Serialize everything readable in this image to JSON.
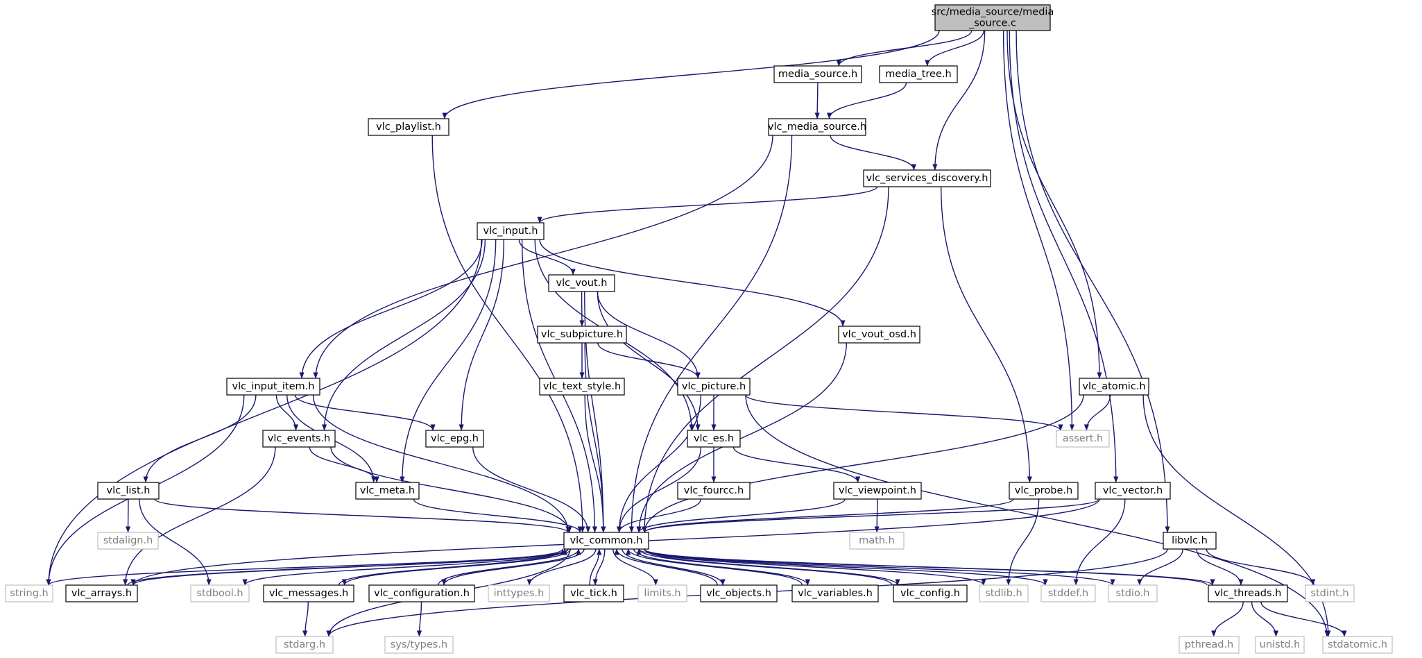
{
  "colors": {
    "edge": "#191970",
    "root_fill": "#bfbfbf",
    "node_border": "#000000",
    "external_border": "#bfbfbf",
    "external_text": "#7f7f7f",
    "text": "#000000"
  },
  "nodes": [
    {
      "id": "root",
      "label": [
        "src/media_source/media",
        "_source.c"
      ],
      "kind": "root"
    },
    {
      "id": "media_source_h",
      "label": [
        "media_source.h"
      ],
      "kind": "internal"
    },
    {
      "id": "media_tree_h",
      "label": [
        "media_tree.h"
      ],
      "kind": "internal"
    },
    {
      "id": "vlc_playlist_h",
      "label": [
        "vlc_playlist.h"
      ],
      "kind": "internal"
    },
    {
      "id": "vlc_media_source_h",
      "label": [
        "vlc_media_source.h"
      ],
      "kind": "internal"
    },
    {
      "id": "vlc_services_discovery_h",
      "label": [
        "vlc_services_discovery.h"
      ],
      "kind": "internal"
    },
    {
      "id": "vlc_input_h",
      "label": [
        "vlc_input.h"
      ],
      "kind": "internal"
    },
    {
      "id": "vlc_vout_h",
      "label": [
        "vlc_vout.h"
      ],
      "kind": "internal"
    },
    {
      "id": "vlc_vout_osd_h",
      "label": [
        "vlc_vout_osd.h"
      ],
      "kind": "internal"
    },
    {
      "id": "vlc_subpicture_h",
      "label": [
        "vlc_subpicture.h"
      ],
      "kind": "internal"
    },
    {
      "id": "vlc_input_item_h",
      "label": [
        "vlc_input_item.h"
      ],
      "kind": "internal"
    },
    {
      "id": "vlc_text_style_h",
      "label": [
        "vlc_text_style.h"
      ],
      "kind": "internal"
    },
    {
      "id": "vlc_picture_h",
      "label": [
        "vlc_picture.h"
      ],
      "kind": "internal"
    },
    {
      "id": "vlc_atomic_h",
      "label": [
        "vlc_atomic.h"
      ],
      "kind": "internal"
    },
    {
      "id": "vlc_events_h",
      "label": [
        "vlc_events.h"
      ],
      "kind": "internal"
    },
    {
      "id": "vlc_epg_h",
      "label": [
        "vlc_epg.h"
      ],
      "kind": "internal"
    },
    {
      "id": "vlc_es_h",
      "label": [
        "vlc_es.h"
      ],
      "kind": "internal"
    },
    {
      "id": "assert_h",
      "label": [
        "assert.h"
      ],
      "kind": "external"
    },
    {
      "id": "vlc_list_h",
      "label": [
        "vlc_list.h"
      ],
      "kind": "internal"
    },
    {
      "id": "vlc_meta_h",
      "label": [
        "vlc_meta.h"
      ],
      "kind": "internal"
    },
    {
      "id": "vlc_fourcc_h",
      "label": [
        "vlc_fourcc.h"
      ],
      "kind": "internal"
    },
    {
      "id": "vlc_viewpoint_h",
      "label": [
        "vlc_viewpoint.h"
      ],
      "kind": "internal"
    },
    {
      "id": "vlc_probe_h",
      "label": [
        "vlc_probe.h"
      ],
      "kind": "internal"
    },
    {
      "id": "vlc_vector_h",
      "label": [
        "vlc_vector.h"
      ],
      "kind": "internal"
    },
    {
      "id": "stdalign_h",
      "label": [
        "stdalign.h"
      ],
      "kind": "external"
    },
    {
      "id": "vlc_common_h",
      "label": [
        "vlc_common.h"
      ],
      "kind": "internal"
    },
    {
      "id": "math_h",
      "label": [
        "math.h"
      ],
      "kind": "external"
    },
    {
      "id": "libvlc_h",
      "label": [
        "libvlc.h"
      ],
      "kind": "internal"
    },
    {
      "id": "string_h",
      "label": [
        "string.h"
      ],
      "kind": "external"
    },
    {
      "id": "vlc_arrays_h",
      "label": [
        "vlc_arrays.h"
      ],
      "kind": "internal"
    },
    {
      "id": "stdbool_h",
      "label": [
        "stdbool.h"
      ],
      "kind": "external"
    },
    {
      "id": "vlc_messages_h",
      "label": [
        "vlc_messages.h"
      ],
      "kind": "internal"
    },
    {
      "id": "vlc_configuration_h",
      "label": [
        "vlc_configuration.h"
      ],
      "kind": "internal"
    },
    {
      "id": "inttypes_h",
      "label": [
        "inttypes.h"
      ],
      "kind": "external"
    },
    {
      "id": "vlc_tick_h",
      "label": [
        "vlc_tick.h"
      ],
      "kind": "internal"
    },
    {
      "id": "limits_h",
      "label": [
        "limits.h"
      ],
      "kind": "external"
    },
    {
      "id": "vlc_objects_h",
      "label": [
        "vlc_objects.h"
      ],
      "kind": "internal"
    },
    {
      "id": "vlc_variables_h",
      "label": [
        "vlc_variables.h"
      ],
      "kind": "internal"
    },
    {
      "id": "vlc_config_h",
      "label": [
        "vlc_config.h"
      ],
      "kind": "internal"
    },
    {
      "id": "stdlib_h",
      "label": [
        "stdlib.h"
      ],
      "kind": "external"
    },
    {
      "id": "stddef_h",
      "label": [
        "stddef.h"
      ],
      "kind": "external"
    },
    {
      "id": "stdio_h",
      "label": [
        "stdio.h"
      ],
      "kind": "external"
    },
    {
      "id": "vlc_threads_h",
      "label": [
        "vlc_threads.h"
      ],
      "kind": "internal"
    },
    {
      "id": "stdint_h",
      "label": [
        "stdint.h"
      ],
      "kind": "external"
    },
    {
      "id": "stdarg_h",
      "label": [
        "stdarg.h"
      ],
      "kind": "external"
    },
    {
      "id": "sys_types_h",
      "label": [
        "sys/types.h"
      ],
      "kind": "external"
    },
    {
      "id": "pthread_h",
      "label": [
        "pthread.h"
      ],
      "kind": "external"
    },
    {
      "id": "unistd_h",
      "label": [
        "unistd.h"
      ],
      "kind": "external"
    },
    {
      "id": "stdatomic_h",
      "label": [
        "stdatomic.h"
      ],
      "kind": "external"
    }
  ],
  "edges": [
    [
      "root",
      "media_source_h"
    ],
    [
      "root",
      "media_tree_h"
    ],
    [
      "root",
      "vlc_playlist_h"
    ],
    [
      "root",
      "vlc_services_discovery_h"
    ],
    [
      "root",
      "vlc_atomic_h"
    ],
    [
      "root",
      "assert_h"
    ],
    [
      "root",
      "vlc_vector_h"
    ],
    [
      "root",
      "libvlc_h"
    ],
    [
      "media_source_h",
      "vlc_media_source_h"
    ],
    [
      "media_tree_h",
      "vlc_media_source_h"
    ],
    [
      "vlc_playlist_h",
      "vlc_common_h"
    ],
    [
      "vlc_media_source_h",
      "vlc_common_h"
    ],
    [
      "vlc_media_source_h",
      "vlc_input_item_h"
    ],
    [
      "vlc_media_source_h",
      "vlc_services_discovery_h"
    ],
    [
      "vlc_services_discovery_h",
      "vlc_input_h"
    ],
    [
      "vlc_services_discovery_h",
      "vlc_common_h"
    ],
    [
      "vlc_services_discovery_h",
      "vlc_probe_h"
    ],
    [
      "vlc_input_h",
      "string_h"
    ],
    [
      "vlc_input_h",
      "vlc_input_item_h"
    ],
    [
      "vlc_input_h",
      "vlc_events_h"
    ],
    [
      "vlc_input_h",
      "vlc_meta_h"
    ],
    [
      "vlc_input_h",
      "vlc_epg_h"
    ],
    [
      "vlc_input_h",
      "vlc_vout_h"
    ],
    [
      "vlc_input_h",
      "vlc_es_h"
    ],
    [
      "vlc_input_h",
      "vlc_common_h"
    ],
    [
      "vlc_input_h",
      "vlc_vout_osd_h"
    ],
    [
      "vlc_vout_h",
      "vlc_subpicture_h"
    ],
    [
      "vlc_vout_h",
      "vlc_picture_h"
    ],
    [
      "vlc_vout_h",
      "vlc_es_h"
    ],
    [
      "vlc_vout_h",
      "vlc_common_h"
    ],
    [
      "vlc_vout_osd_h",
      "vlc_common_h"
    ],
    [
      "vlc_subpicture_h",
      "vlc_text_style_h"
    ],
    [
      "vlc_subpicture_h",
      "vlc_picture_h"
    ],
    [
      "vlc_subpicture_h",
      "vlc_common_h"
    ],
    [
      "vlc_text_style_h",
      "vlc_common_h"
    ],
    [
      "vlc_picture_h",
      "vlc_es_h"
    ],
    [
      "vlc_picture_h",
      "assert_h"
    ],
    [
      "vlc_picture_h",
      "stdatomic_h"
    ],
    [
      "vlc_picture_h",
      "vlc_common_h"
    ],
    [
      "vlc_input_item_h",
      "string_h"
    ],
    [
      "vlc_input_item_h",
      "vlc_list_h"
    ],
    [
      "vlc_input_item_h",
      "vlc_events_h"
    ],
    [
      "vlc_input_item_h",
      "vlc_meta_h"
    ],
    [
      "vlc_input_item_h",
      "vlc_epg_h"
    ],
    [
      "vlc_input_item_h",
      "vlc_common_h"
    ],
    [
      "vlc_events_h",
      "vlc_meta_h"
    ],
    [
      "vlc_events_h",
      "vlc_arrays_h"
    ],
    [
      "vlc_events_h",
      "vlc_common_h"
    ],
    [
      "vlc_epg_h",
      "vlc_common_h"
    ],
    [
      "vlc_es_h",
      "vlc_fourcc_h"
    ],
    [
      "vlc_es_h",
      "vlc_viewpoint_h"
    ],
    [
      "vlc_es_h",
      "vlc_common_h"
    ],
    [
      "vlc_atomic_h",
      "assert_h"
    ],
    [
      "vlc_atomic_h",
      "stdatomic_h"
    ],
    [
      "vlc_atomic_h",
      "vlc_common_h"
    ],
    [
      "vlc_list_h",
      "stdalign_h"
    ],
    [
      "vlc_list_h",
      "stdbool_h"
    ],
    [
      "vlc_list_h",
      "vlc_common_h"
    ],
    [
      "vlc_meta_h",
      "vlc_common_h"
    ],
    [
      "vlc_fourcc_h",
      "vlc_common_h"
    ],
    [
      "vlc_viewpoint_h",
      "math_h"
    ],
    [
      "vlc_viewpoint_h",
      "vlc_common_h"
    ],
    [
      "vlc_probe_h",
      "stdlib_h"
    ],
    [
      "vlc_probe_h",
      "vlc_common_h"
    ],
    [
      "vlc_vector_h",
      "stddef_h"
    ],
    [
      "vlc_vector_h",
      "vlc_common_h"
    ],
    [
      "vlc_vector_h",
      "vlc_arrays_h"
    ],
    [
      "vlc_common_h",
      "string_h"
    ],
    [
      "vlc_common_h",
      "vlc_arrays_h"
    ],
    [
      "vlc_common_h",
      "stdbool_h"
    ],
    [
      "vlc_common_h",
      "vlc_messages_h"
    ],
    [
      "vlc_common_h",
      "vlc_configuration_h"
    ],
    [
      "vlc_common_h",
      "inttypes_h"
    ],
    [
      "vlc_common_h",
      "vlc_tick_h"
    ],
    [
      "vlc_common_h",
      "limits_h"
    ],
    [
      "vlc_common_h",
      "vlc_objects_h"
    ],
    [
      "vlc_common_h",
      "vlc_variables_h"
    ],
    [
      "vlc_common_h",
      "vlc_config_h"
    ],
    [
      "vlc_common_h",
      "stdlib_h"
    ],
    [
      "vlc_common_h",
      "stddef_h"
    ],
    [
      "vlc_common_h",
      "stdio_h"
    ],
    [
      "vlc_common_h",
      "vlc_threads_h"
    ],
    [
      "vlc_common_h",
      "stdarg_h"
    ],
    [
      "vlc_arrays_h",
      "vlc_common_h"
    ],
    [
      "vlc_messages_h",
      "vlc_common_h"
    ],
    [
      "vlc_configuration_h",
      "vlc_common_h"
    ],
    [
      "vlc_tick_h",
      "vlc_common_h"
    ],
    [
      "vlc_objects_h",
      "vlc_common_h"
    ],
    [
      "vlc_variables_h",
      "vlc_common_h"
    ],
    [
      "vlc_config_h",
      "vlc_common_h"
    ],
    [
      "vlc_threads_h",
      "vlc_common_h"
    ],
    [
      "vlc_messages_h",
      "stdarg_h"
    ],
    [
      "vlc_configuration_h",
      "sys_types_h"
    ],
    [
      "vlc_threads_h",
      "pthread_h"
    ],
    [
      "vlc_threads_h",
      "unistd_h"
    ],
    [
      "vlc_threads_h",
      "stdatomic_h"
    ],
    [
      "libvlc_h",
      "stdio_h"
    ],
    [
      "libvlc_h",
      "stdint_h"
    ],
    [
      "libvlc_h",
      "stdarg_h"
    ],
    [
      "libvlc_h",
      "vlc_threads_h"
    ]
  ]
}
